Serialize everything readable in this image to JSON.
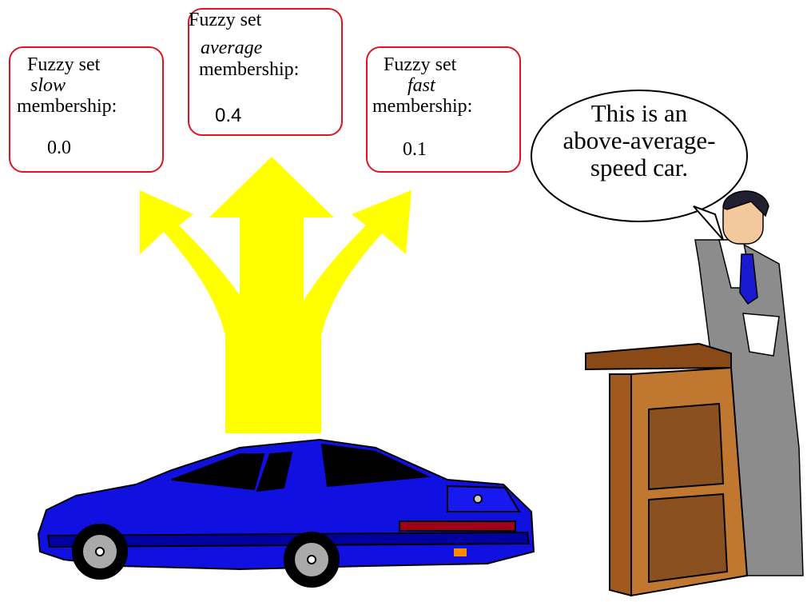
{
  "boxes": [
    {
      "title": "Fuzzy set",
      "set_name": "slow",
      "membership_label": "membership:",
      "value": "0.0"
    },
    {
      "title": "Fuzzy set",
      "set_name": "average",
      "membership_label": "membership:",
      "value": "0.4"
    },
    {
      "title": "Fuzzy set",
      "set_name": "fast",
      "membership_label": "membership:",
      "value": "0.1"
    }
  ],
  "speech": {
    "line1": "This is an",
    "line2": "above-average-",
    "line3": "speed car."
  },
  "colors": {
    "box_border": "#e0141e",
    "arrow": "#ffff00",
    "car_body": "#1010e0",
    "podium": "#c07830",
    "suit": "#8c8c8c"
  }
}
